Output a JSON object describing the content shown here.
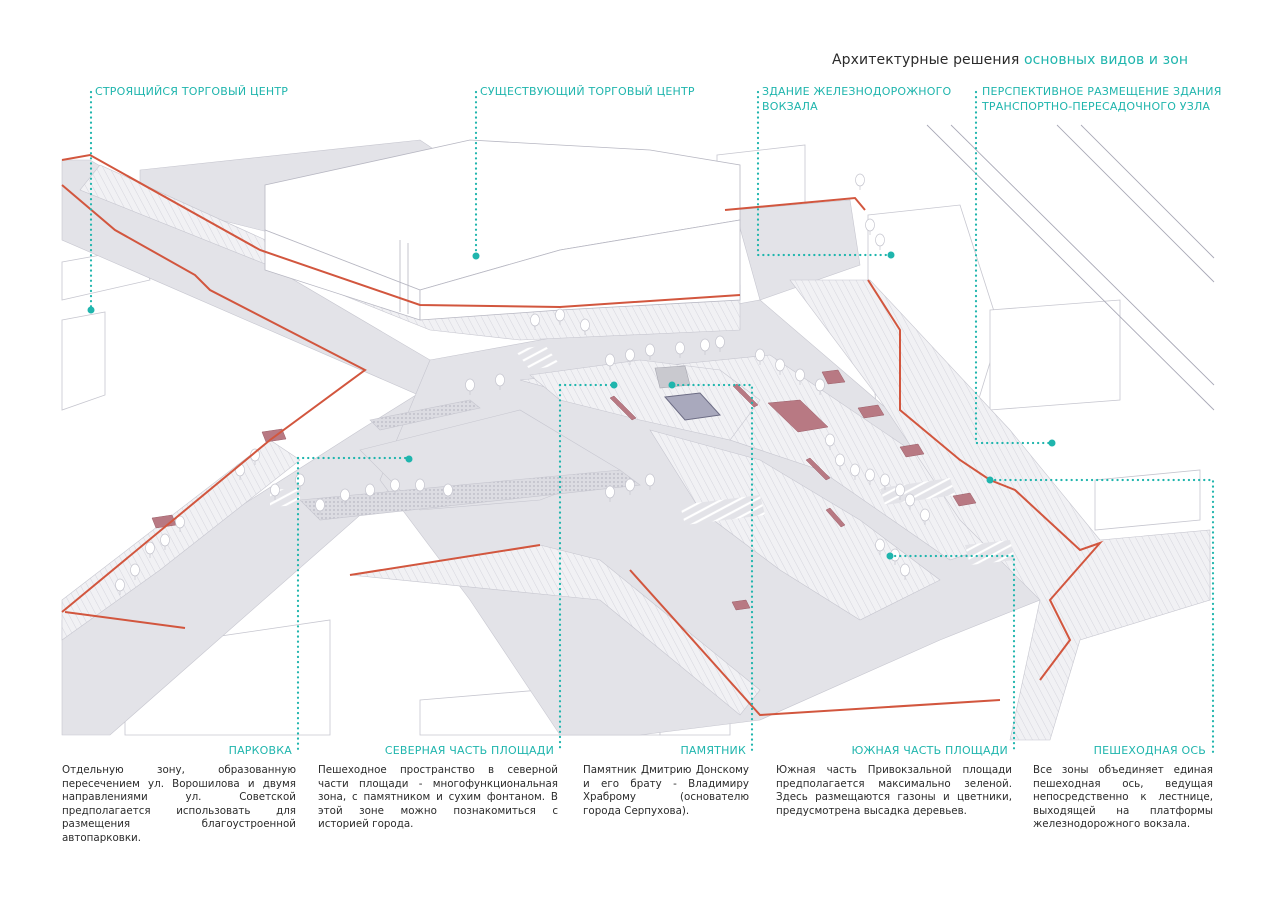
{
  "title": {
    "prefix": "Архитектурные решения",
    "accent": "основных видов и зон"
  },
  "colors": {
    "accent": "#1fb5ad",
    "boundary": "#d2563e",
    "road": "#e3e3e8",
    "paving": "#eeeef1",
    "canopy": "#b87983",
    "marking": "#f2c270",
    "outline": "#b7b7c2",
    "text": "#2b2b2b"
  },
  "callouts": [
    {
      "id": "construction-mall",
      "label": "Строящийся торговый центр"
    },
    {
      "id": "existing-mall",
      "label": "Существующий торговый центр"
    },
    {
      "id": "railway-station",
      "line1": "Здание железнодорожного",
      "line2": "вокзала"
    },
    {
      "id": "transport-hub",
      "line1": "Перспективное размещение здания",
      "line2": "транспортно-пересадочного узла"
    }
  ],
  "zones": [
    {
      "id": "parking",
      "title": "Парковка",
      "text": "Отдельную зону, образованную пересечением ул. Ворошилова и двумя направлениями ул. Советской предполагается использовать для размещения благоустроенной автопарковки."
    },
    {
      "id": "north-square",
      "title": "Северная часть площади",
      "text": "Пешеходное пространство в северной части площади - многофункциональная зона, с памятником и сухим фонтаном. В этой зоне можно познакомиться с историей города."
    },
    {
      "id": "monument",
      "title": "Памятник",
      "text": "Памятник Дмитрию Донскому и его брату - Владимиру Храброму (основателю города Серпухова)."
    },
    {
      "id": "south-square",
      "title": "Южная часть площади",
      "text": "Южная часть Привокзальной площади предполагается максимально зеленой. Здесь размещаются газоны и цветники, предусмотрена высадка деревьев."
    },
    {
      "id": "pedestrian-axis",
      "title": "Пешеходная ось",
      "text": "Все зоны объединяет единая пешеходная ось, ведущая непосредственно к лестнице, выходящей на платформы железнодорожного вокзала."
    }
  ]
}
